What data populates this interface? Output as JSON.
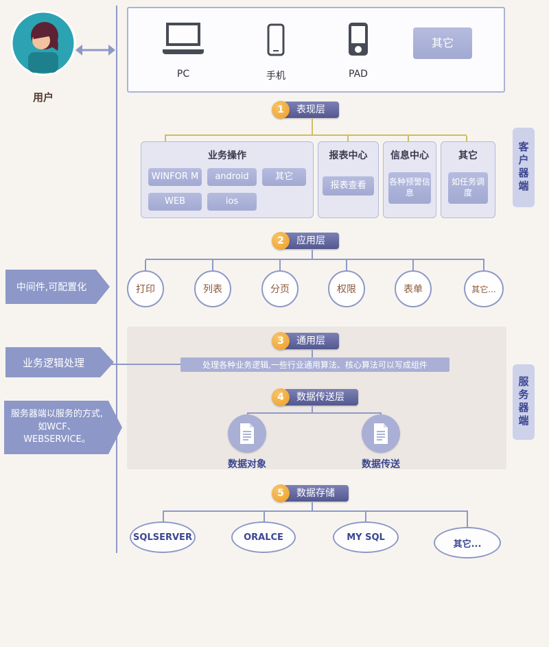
{
  "user": {
    "label": "用户"
  },
  "devices": {
    "pc_label": "PC",
    "phone_label": "手机",
    "pad_label": "PAD",
    "other_label": "其它"
  },
  "client_tab": "客户器端",
  "server_tab": "服务器端",
  "layer1": {
    "num": "1",
    "title": "表现层",
    "biz": {
      "title": "业务操作",
      "buttons": [
        "WINFOR M",
        "android",
        "其它",
        "WEB",
        "ios"
      ]
    },
    "report": {
      "title": "报表中心",
      "button": "报表查看"
    },
    "info": {
      "title": "信息中心",
      "button": "各种预警信息"
    },
    "other": {
      "title": "其它",
      "button": "如任务调度"
    }
  },
  "layer2": {
    "num": "2",
    "title": "应用层",
    "circles": [
      "打印",
      "列表",
      "分页",
      "权限",
      "表单",
      "其它..."
    ]
  },
  "layer3": {
    "num": "3",
    "title": "通用层",
    "desc": "处理各种业务逻辑,一些行业通用算法、核心算法可以写成组件"
  },
  "layer4": {
    "num": "4",
    "title": "数据传送层",
    "labels": [
      "数据对象",
      "数据传送"
    ]
  },
  "layer5": {
    "num": "5",
    "title": "数据存储",
    "dbs": [
      "SQLSERVER",
      "ORALCE",
      "MY SQL",
      "其它..."
    ]
  },
  "notes": {
    "middleware": "中间件,可配置化",
    "logic": "业务逻辑处理",
    "service": "服务器端以服务的方式,如WCF、WEBSERVICE。"
  }
}
